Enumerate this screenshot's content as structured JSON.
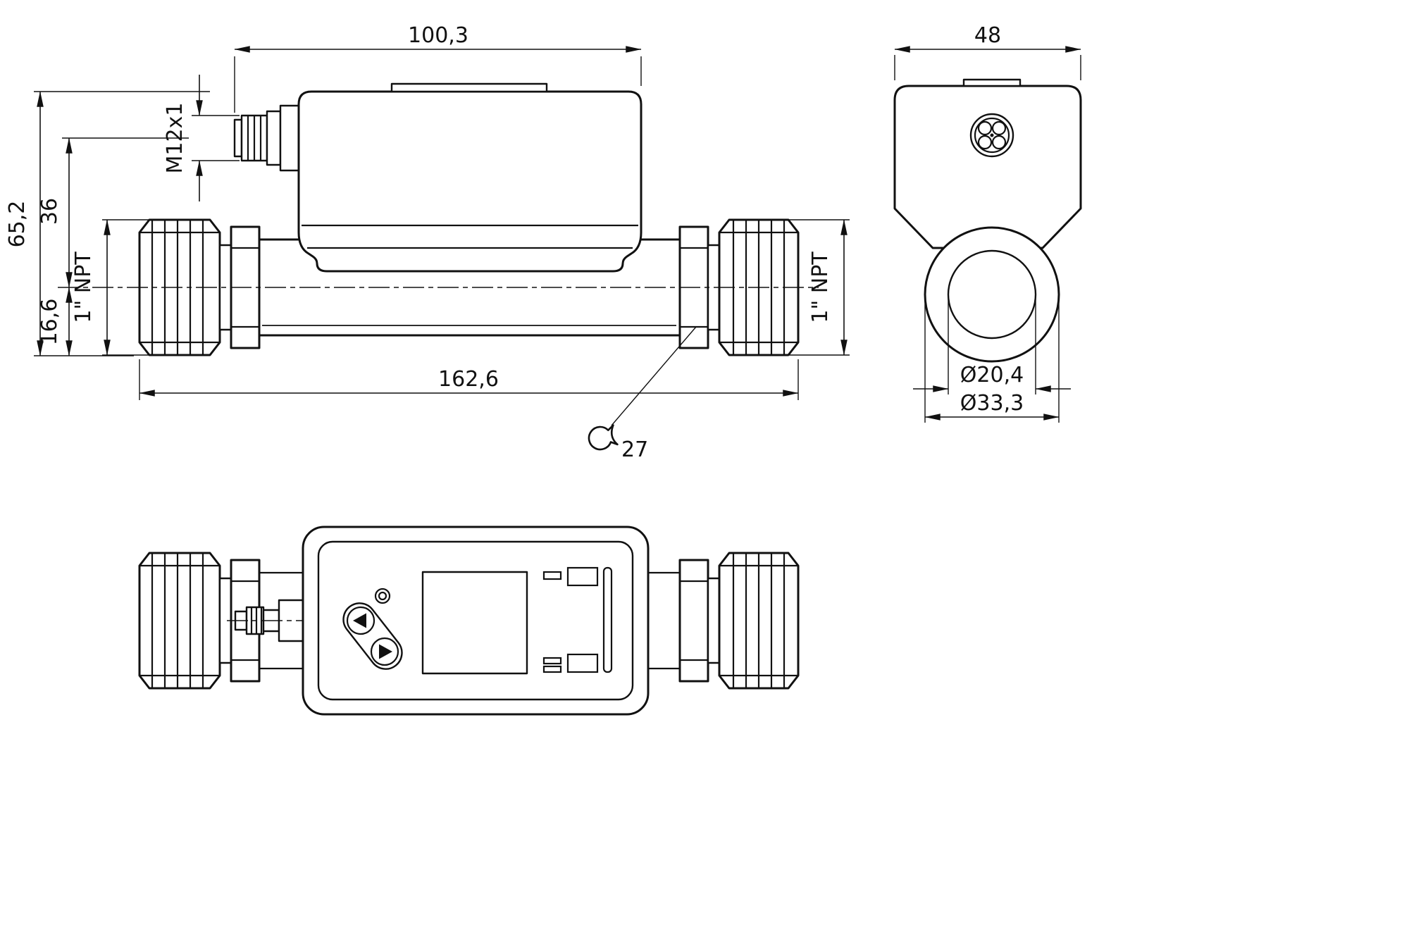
{
  "side_view": {
    "dim_head_width": "100,3",
    "dim_connector_thread": "M12x1",
    "dim_overall_height": "65,2",
    "dim_connector_axis_offset": "36",
    "dim_pipe_half_height": "16,6",
    "dim_overall_length": "162,6",
    "label_thread_left": "1\" NPT",
    "label_thread_right": "1\" NPT",
    "label_wrench_size": "27"
  },
  "end_view": {
    "dim_body_width": "48",
    "dim_bore_diameter": "Ø20,4",
    "dim_port_outer_diameter": "Ø33,3"
  }
}
